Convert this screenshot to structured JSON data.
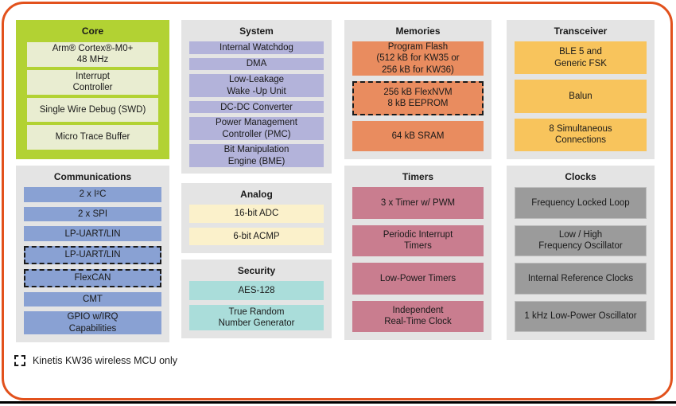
{
  "colors": {
    "frame_border": "#e2511c",
    "bottom_line": "#000000",
    "panel_background": "#e4e4e4",
    "core_panel": "#b2d233",
    "core_block": "#e9edd1",
    "communications_block": "#89a1d3",
    "system_block": "#b3b3da",
    "analog_block": "#fbf1cb",
    "security_block": "#aaddda",
    "memories_block": "#e98c5f",
    "timers_block": "#c97d8f",
    "transceiver_block": "#f8c45c",
    "clocks_block": "#9b9b9b"
  },
  "panels": {
    "core": {
      "title": "Core",
      "items": [
        {
          "label": "Arm® Cortex®-M0+\n48 MHz"
        },
        {
          "label": "Interrupt\nController"
        },
        {
          "label": "Single Wire Debug (SWD)"
        },
        {
          "label": "Micro Trace Buffer"
        }
      ]
    },
    "communications": {
      "title": "Communications",
      "items": [
        {
          "label": "2 x I²C"
        },
        {
          "label": "2 x  SPI"
        },
        {
          "label": "LP-UART/LIN"
        },
        {
          "label": "LP-UART/LIN",
          "kw36_only": true
        },
        {
          "label": "FlexCAN",
          "kw36_only": true
        },
        {
          "label": "CMT"
        },
        {
          "label": "GPIO w/IRQ\nCapabilities"
        }
      ]
    },
    "system": {
      "title": "System",
      "items": [
        {
          "label": "Internal Watchdog"
        },
        {
          "label": "DMA"
        },
        {
          "label": "Low-Leakage\nWake -Up Unit"
        },
        {
          "label": "DC-DC Converter"
        },
        {
          "label": "Power Management\nController (PMC)"
        },
        {
          "label": "Bit Manipulation\nEngine (BME)"
        }
      ]
    },
    "analog": {
      "title": "Analog",
      "items": [
        {
          "label": "16-bit ADC"
        },
        {
          "label": "6-bit ACMP"
        }
      ]
    },
    "security": {
      "title": "Security",
      "items": [
        {
          "label": "AES-128"
        },
        {
          "label": "True Random\nNumber Generator"
        }
      ]
    },
    "memories": {
      "title": "Memories",
      "items": [
        {
          "label": "Program Flash\n(512 kB for KW35 or\n256 kB for KW36)"
        },
        {
          "label": "256 kB FlexNVM\n8 kB EEPROM",
          "kw36_only": true
        },
        {
          "label": "64 kB SRAM"
        }
      ]
    },
    "timers": {
      "title": "Timers",
      "items": [
        {
          "label": "3 x Timer w/ PWM"
        },
        {
          "label": "Periodic Interrupt\nTimers"
        },
        {
          "label": "Low-Power Timers"
        },
        {
          "label": "Independent\nReal-Time Clock"
        }
      ]
    },
    "transceiver": {
      "title": "Transceiver",
      "items": [
        {
          "label": "BLE 5 and\nGeneric FSK"
        },
        {
          "label": "Balun"
        },
        {
          "label": "8 Simultaneous\nConnections"
        }
      ]
    },
    "clocks": {
      "title": "Clocks",
      "items": [
        {
          "label": "Frequency Locked Loop"
        },
        {
          "label": "Low / High\nFrequency Oscillator"
        },
        {
          "label": "Internal Reference Clocks"
        },
        {
          "label": "1 kHz Low-Power Oscillator"
        }
      ]
    }
  },
  "legend": {
    "label": "Kinetis KW36 wireless MCU only"
  }
}
